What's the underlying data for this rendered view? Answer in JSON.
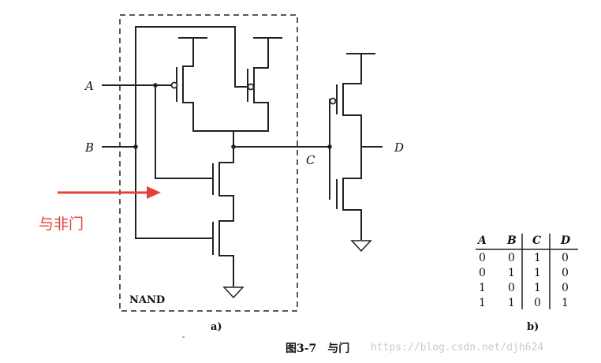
{
  "diagram": {
    "inputs": [
      "A",
      "B"
    ],
    "node_c": "C",
    "output": "D",
    "box_label": "NAND",
    "sub_a": "a)",
    "sub_b": "b)",
    "annotation": "与非门",
    "caption": "图3-7　与门",
    "watermark": "https://blog.csdn.net/djh624"
  },
  "truth_table": {
    "headers": [
      "A",
      "B",
      "C",
      "D"
    ],
    "rows": [
      [
        "0",
        "0",
        "1",
        "0"
      ],
      [
        "0",
        "1",
        "1",
        "0"
      ],
      [
        "1",
        "0",
        "1",
        "0"
      ],
      [
        "1",
        "1",
        "0",
        "1"
      ]
    ]
  },
  "colors": {
    "arrow": "#e6403a",
    "ink": "#222222"
  }
}
